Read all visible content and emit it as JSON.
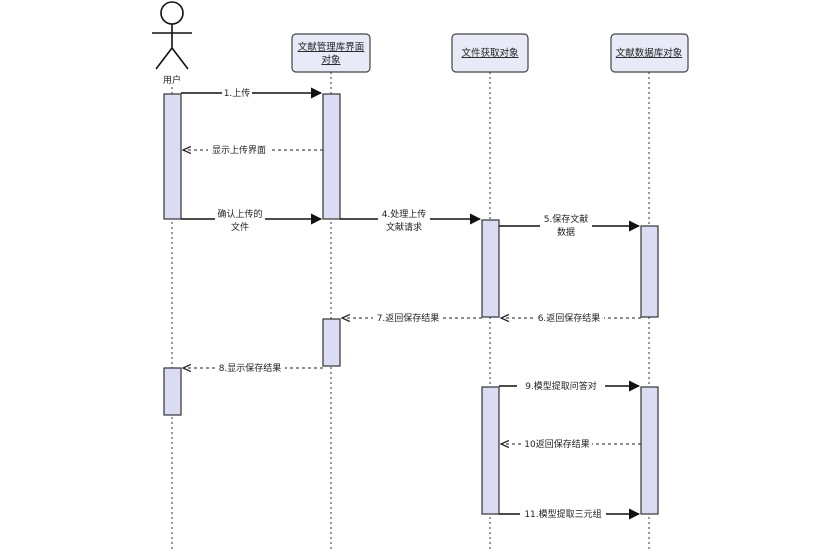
{
  "actor": {
    "label": "用户"
  },
  "objects": [
    {
      "lines": [
        "文献管理库界面",
        "对象"
      ]
    },
    {
      "lines": [
        "文件获取对象"
      ]
    },
    {
      "lines": [
        "文献数据库对象"
      ]
    }
  ],
  "messages": [
    {
      "lines": [
        "1.上传"
      ],
      "type": "sync"
    },
    {
      "lines": [
        "显示上传界面"
      ],
      "type": "return"
    },
    {
      "lines": [
        "确认上传的",
        "文件"
      ],
      "type": "sync"
    },
    {
      "lines": [
        "4.处理上传",
        "文献请求"
      ],
      "type": "sync"
    },
    {
      "lines": [
        "5.保存文献",
        "数据"
      ],
      "type": "sync"
    },
    {
      "lines": [
        "6.返回保存结果"
      ],
      "type": "return"
    },
    {
      "lines": [
        "7.返回保存结果"
      ],
      "type": "return"
    },
    {
      "lines": [
        "8.显示保存结果"
      ],
      "type": "return"
    },
    {
      "lines": [
        "9.模型提取问答对"
      ],
      "type": "sync"
    },
    {
      "lines": [
        "10返回保存结果"
      ],
      "type": "return"
    },
    {
      "lines": [
        "11.模型提取三元组"
      ],
      "type": "sync"
    }
  ]
}
